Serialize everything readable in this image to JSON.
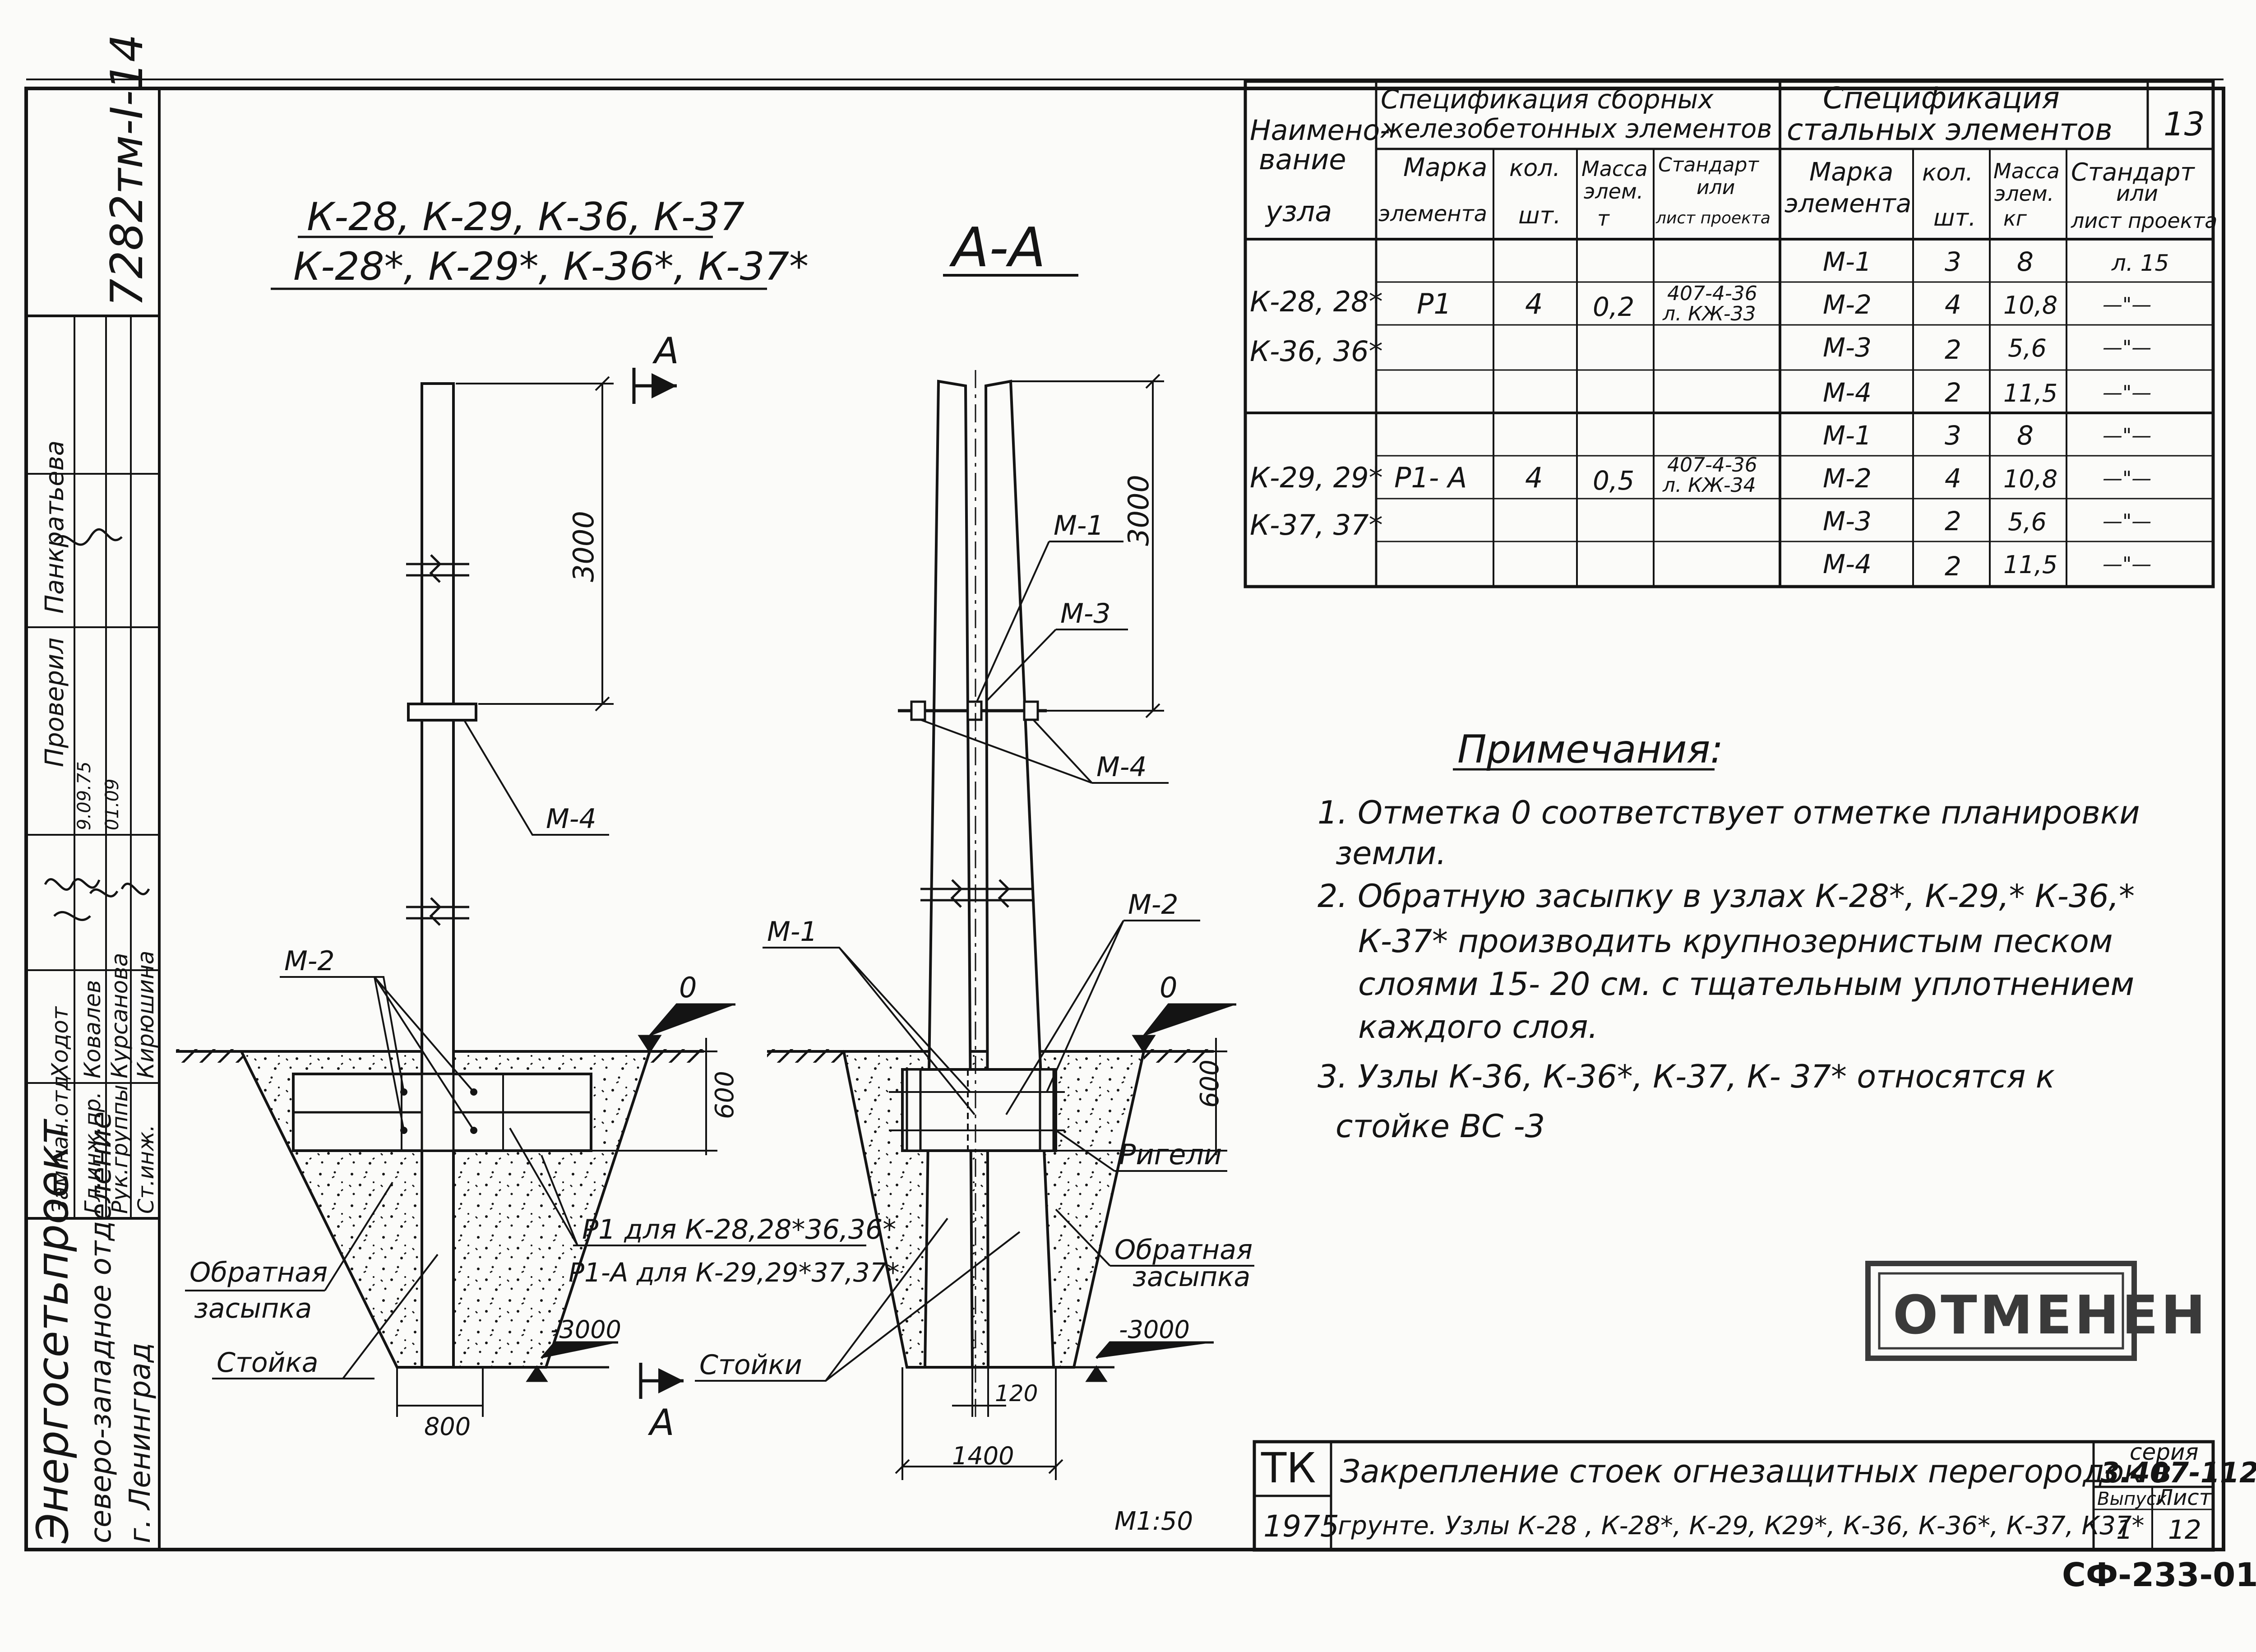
{
  "sheet_number": "13",
  "archive_code": "7282тм-I-14",
  "left_block": {
    "org": "Энергосетьпроект",
    "dept": "северо-западное отделение",
    "city": "г. Ленинград",
    "roles": [
      "Зам.нач.отд",
      "Гл.инж.пр.",
      "Рук.группы",
      "Ст.инж."
    ],
    "names": [
      "Ходот",
      "Ковалев",
      "Курсанова",
      "Кирюшина"
    ],
    "dates": [
      "9.09.75",
      "01.09"
    ],
    "checked_label": "Проверил",
    "checked_name": "Панкратьева"
  },
  "drawing": {
    "title_line1": "К-28, К-29, К-36, К-37",
    "title_line2": "К-28*, К-29*, К-36*, К-37*",
    "section_title": "А-А",
    "section_mark": "А",
    "dim_3000": "3000",
    "dim_600": "600",
    "dim_800": "800",
    "dim_1400": "1400",
    "dim_120": "120",
    "level_0": "0",
    "level_minus": "-3000",
    "labels": {
      "m1": "М-1",
      "m2": "М-2",
      "m3": "М-3",
      "m4": "М-4",
      "p1_line1": "Р1 для К-28,28*36,36*",
      "p1_line2": "Р1-А для К-29,29*37,37*",
      "backfill_1": "Обратная",
      "backfill_2": "засыпка",
      "post": "Стойка",
      "posts": "Стойки",
      "rigels": "Ригели"
    },
    "scale": "М1:50"
  },
  "spec_table": {
    "col_name_header": [
      "Наимено-",
      "вание",
      "узла"
    ],
    "rc_header": [
      "Спецификация сборных",
      "железобетонных элементов"
    ],
    "steel_header": [
      "Спецификация",
      "стальных элементов"
    ],
    "sub_headers": {
      "mark": [
        "Марка",
        "элемента"
      ],
      "qty": [
        "кол.",
        "шт."
      ],
      "mass_t": [
        "Масса",
        "элем.",
        "т"
      ],
      "std": [
        "Стандарт",
        "или",
        "лист проекта"
      ],
      "steel_mark": [
        "Марка",
        "элемента"
      ],
      "steel_qty": [
        "кол.",
        "шт."
      ],
      "steel_mass": [
        "Масса",
        "элем.",
        "кг"
      ],
      "steel_std": [
        "Стандарт",
        "или",
        "лист проекта"
      ]
    },
    "groups": [
      {
        "nodes": [
          "К-28, 28*",
          "К-36, 36*"
        ],
        "rc": {
          "mark": "Р1",
          "qty": "4",
          "mass": "0,2",
          "std": [
            "407-4-36",
            "л. КЖ-33"
          ]
        },
        "steel": [
          {
            "mark": "М-1",
            "qty": "3",
            "mass": "8",
            "std": "л. 15"
          },
          {
            "mark": "М-2",
            "qty": "4",
            "mass": "10,8",
            "std": "—\"—"
          },
          {
            "mark": "М-3",
            "qty": "2",
            "mass": "5,6",
            "std": "—\"—"
          },
          {
            "mark": "М-4",
            "qty": "2",
            "mass": "11,5",
            "std": "—\"—"
          }
        ]
      },
      {
        "nodes": [
          "К-29, 29*",
          "К-37, 37*"
        ],
        "rc": {
          "mark": "Р1- А",
          "qty": "4",
          "mass": "0,5",
          "std": [
            "407-4-36",
            "л. КЖ-34"
          ]
        },
        "steel": [
          {
            "mark": "М-1",
            "qty": "3",
            "mass": "8",
            "std": "—\"—"
          },
          {
            "mark": "М-2",
            "qty": "4",
            "mass": "10,8",
            "std": "—\"—"
          },
          {
            "mark": "М-3",
            "qty": "2",
            "mass": "5,6",
            "std": "—\"—"
          },
          {
            "mark": "М-4",
            "qty": "2",
            "mass": "11,5",
            "std": "—\"—"
          }
        ]
      }
    ]
  },
  "notes": {
    "title": "Примечания:",
    "lines": [
      "1. Отметка 0 соответствует   отметке  планировки",
      "земли.",
      "2. Обратную  засыпку  в узлах  К-28*, К-29,* К-36,*",
      "К-37*  производить  крупнозернистым  песком",
      "слоями  15- 20 см.  с  тщательным  уплотнением",
      "каждого  слоя.",
      "3. Узлы  К-36, К-36*, К-37, К- 37*  относятся  к",
      "стойке  ВС -3"
    ]
  },
  "stamp": "ОТМЕНЕН",
  "title_block": {
    "org": "ТК",
    "year": "1975",
    "title_line1": "Закрепление  стоек  огнезащитных перегородок  в",
    "title_line2": "грунте. Узлы К-28 , К-28*, К-29, К29*, К-36, К-36*, К-37, К37*",
    "series_label": "серия",
    "series": "3.407-112",
    "issue_label": "Выпуск",
    "issue": "1",
    "sheet_label": "Лист",
    "sheet": "12"
  },
  "doc_code": "СФ-233-01",
  "colors": {
    "ink": "#141414",
    "paper": "#fbfbf9",
    "stamp_grey": "#8a8a8a"
  }
}
